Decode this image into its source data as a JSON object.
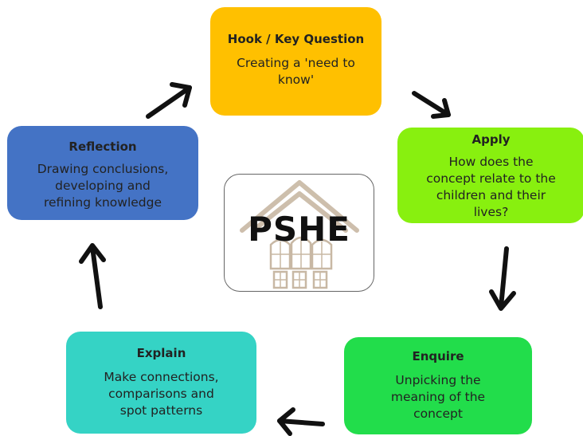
{
  "hook": {
    "title": "Hook / Key Question",
    "lines": [
      "Creating a 'need to",
      "know'"
    ],
    "color": "#ffc000"
  },
  "apply": {
    "title": "Apply",
    "lines": [
      "How does the",
      "concept relate to the",
      "children and their",
      "lives?"
    ],
    "color": "#88f00f"
  },
  "enquire": {
    "title": "Enquire",
    "lines": [
      "Unpicking the",
      "meaning of the",
      "concept"
    ],
    "color": "#22dd4b"
  },
  "explain": {
    "title": "Explain",
    "lines": [
      "Make connections,",
      "comparisons and",
      "spot patterns"
    ],
    "color": "#35d3c5"
  },
  "reflection": {
    "title": "Reflection",
    "lines": [
      "Drawing conclusions,",
      "developing and",
      "refining knowledge"
    ],
    "color": "#4473c5"
  },
  "logo": {
    "text": "PSHE"
  }
}
